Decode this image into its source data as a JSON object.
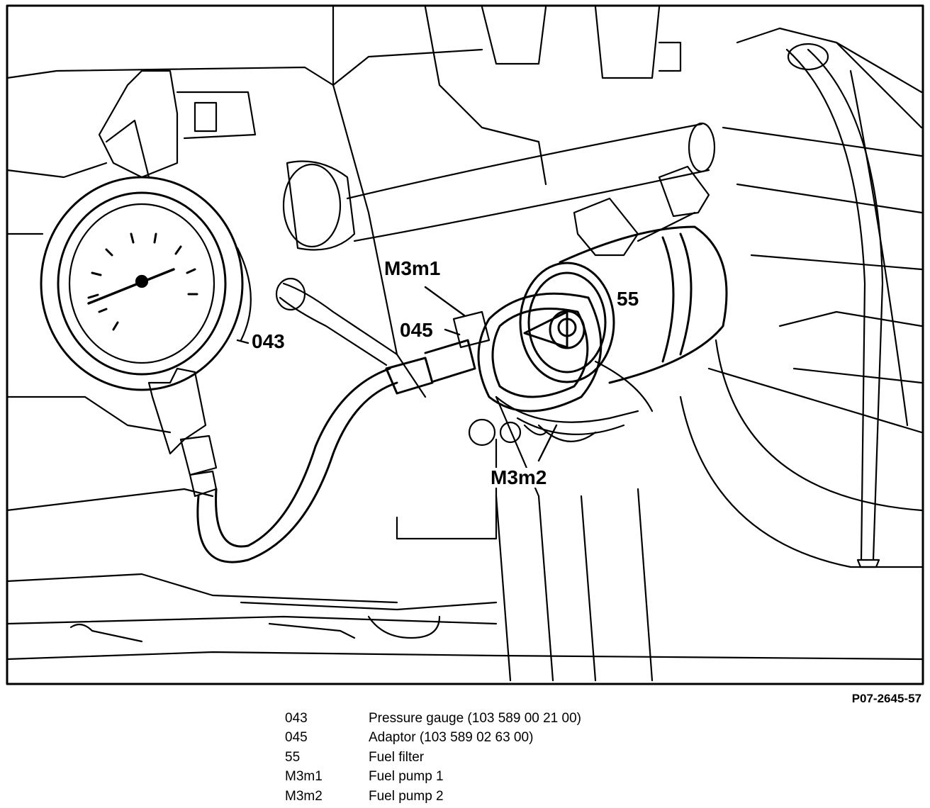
{
  "figure": {
    "id": "P07-2645-57",
    "callouts": {
      "c043": "043",
      "c045": "045",
      "c55": "55",
      "cM3m1": "M3m1",
      "cM3m2": "M3m2"
    }
  },
  "legend": [
    {
      "code": "043",
      "description": "Pressure gauge (103 589 00 21 00)"
    },
    {
      "code": "045",
      "description": "Adaptor (103 589 02 63 00)"
    },
    {
      "code": "55",
      "description": "Fuel filter"
    },
    {
      "code": "M3m1",
      "description": "Fuel pump 1"
    },
    {
      "code": "M3m2",
      "description": "Fuel pump 2"
    }
  ]
}
